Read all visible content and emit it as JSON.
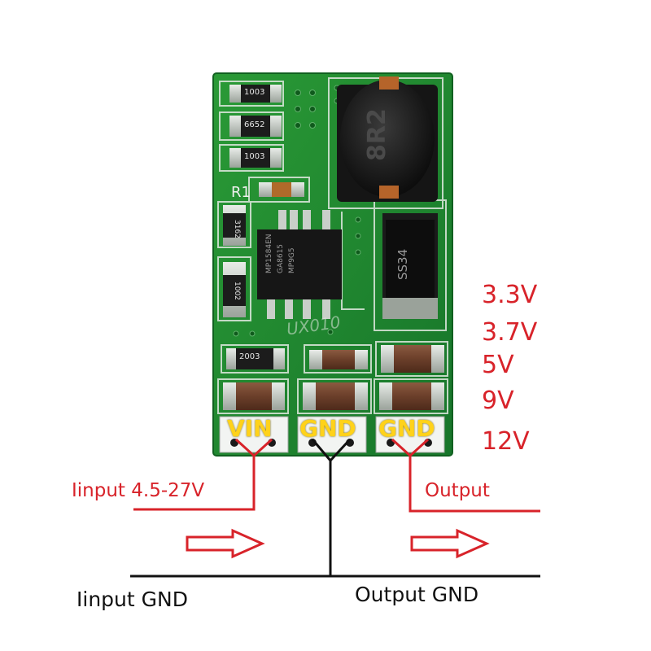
{
  "board": {
    "pins": {
      "vin": "VIN",
      "gnd1": "GND",
      "gnd2": "GND"
    },
    "markings": {
      "r1": "R1",
      "res_1003a": "1003",
      "res_6652": "6652",
      "res_1003b": "1003",
      "res_3162": "3162",
      "res_1002": "1002",
      "res_2003": "2003",
      "ic_line1": "MP1584EN",
      "ic_line2": "GA8615",
      "ic_line3": "MP9G5",
      "diode": "SS34",
      "inductor": "8R2",
      "watermark": "UX010"
    },
    "colors": {
      "pcb": "#1f8a2e",
      "pad": "#c9cfc9",
      "pin_label": "#ffd21a"
    }
  },
  "annotations": {
    "voltages": [
      "3.3V",
      "3.7V",
      "5V",
      "9V",
      "12V"
    ],
    "input_label": "Iinput 4.5-27V",
    "output_label": "Output",
    "input_gnd_label": "Iinput GND",
    "output_gnd_label": "Output GND",
    "colors": {
      "signal": "#d8232a",
      "ground": "#111111"
    }
  }
}
